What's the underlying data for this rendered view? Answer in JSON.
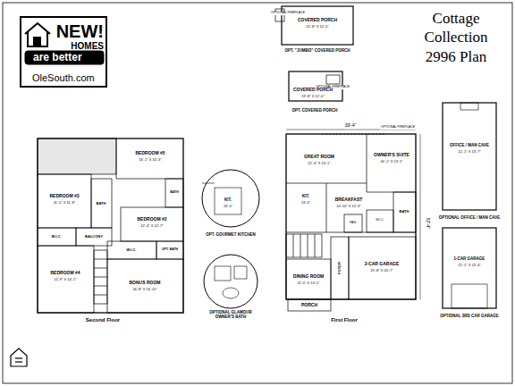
{
  "diagram": {
    "title": "Cottage Collection 2996 Plan",
    "nodes": [
      {
        "text": [
          "NEW!",
          "HOMES",
          "are better",
          "OleSouth.com"
        ]
      }
    ],
    "labels": [
      "OPTIONAL FIREPLACE",
      "COVERED PORCH",
      "22'-8\" X 12'-0\"",
      "OPT. \"JUMBO\" COVERED PORCH",
      "OPTIONAL FIREPLACE",
      "COVERED PORCH",
      "19'-8\" X 12'-0\"",
      "OPT. COVERED PORCH",
      "39'-4\"",
      "OPTIONAL FIREPLACE",
      "GREAT ROOM",
      "22'-4\" X 13'-1\"",
      "OWNER'S SUITE",
      "16'-1\" X 13'-1\"",
      "KIT.",
      "13'-0\"",
      "BREAKFAST",
      "10'-10\" X 12'-3\"",
      "PAN.",
      "W.I.C.",
      "BATH",
      "DINING ROOM",
      "11'-0\" X 13'-1\"",
      "FOYER",
      "2-CAR GARAGE",
      "19'-8\" X 20'-7\"",
      "PORCH",
      "First Floor",
      "52'-4\"",
      "OFFICE / MAN CAVE",
      "12'-1\" X 13'-7\"",
      "OPTIONAL OFFICE / MAN CAVE",
      "1-CAR GARAGE",
      "12'-1\" X 22'-4\"",
      "OPTIONAL 3RD CAR GARAGE",
      "BEDROOM #5",
      "16'-1\" X 10'-3\"",
      "BEDROOM #3",
      "11'-0\" X 11'-8\"",
      "BATH",
      "BEDROOM #2",
      "12'-4\" X 12'-7\"",
      "BATH",
      "W.I.C.",
      "BALCONY",
      "W.I.C.",
      "BEDROOM #4",
      "11'-9\" X 14'-1\"",
      "BONUS ROOM",
      "16'-8\" X 16'-11\"",
      "OPT. BATH",
      "Second Floor",
      "OPT. GOURMET KITCHEN",
      "OPTIONAL GLAMOUR OWNER'S BATH",
      "KIT.",
      "13'-0\""
    ]
  }
}
